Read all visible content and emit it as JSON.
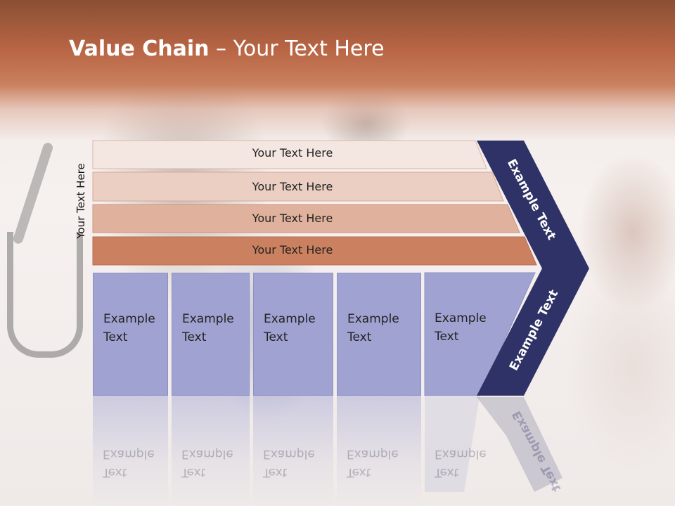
{
  "slide": {
    "title_bold": "Value Chain",
    "title_rest": " – Your Text Here",
    "side_label": "Your Text Here"
  },
  "bars": [
    {
      "label": "Your Text Here",
      "color": "#f4e7e2"
    },
    {
      "label": "Your Text Here",
      "color": "#ebcfc3"
    },
    {
      "label": "Your Text Here",
      "color": "#e0b29d"
    },
    {
      "label": "Your Text Here",
      "color": "#cb8160"
    }
  ],
  "columns": [
    {
      "line1": "Example",
      "line2": "Text"
    },
    {
      "line1": "Example",
      "line2": "Text"
    },
    {
      "line1": "Example",
      "line2": "Text"
    },
    {
      "line1": "Example",
      "line2": "Text"
    },
    {
      "line1": "Example",
      "line2": "Text"
    }
  ],
  "chevron": {
    "top_label": "Example Text",
    "bottom_label": "Example Text",
    "color": "#2f3266"
  },
  "colors": {
    "header": "#b86544",
    "column_fill": "#a0a3d2"
  }
}
